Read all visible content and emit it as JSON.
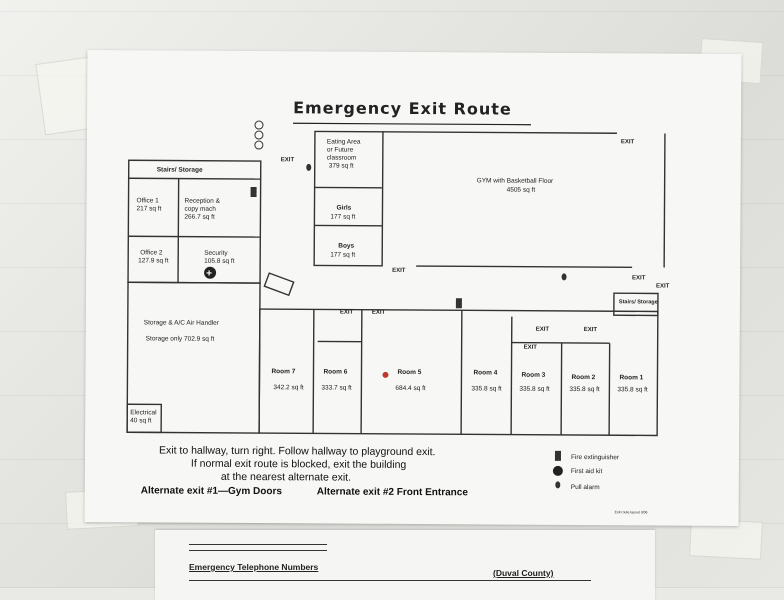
{
  "title": "Emergency Exit Route",
  "rooms": {
    "stairs_storage": "Stairs/ Storage",
    "office1": {
      "name": "Office 1",
      "area": "217 sq ft"
    },
    "reception": {
      "name": "Reception &",
      "name2": "copy mach",
      "area": "266.7 sq ft"
    },
    "office2": {
      "name": "Office 2",
      "area": "127.9 sq ft"
    },
    "security": {
      "name": "Security",
      "area": "105.8 sq ft"
    },
    "storage": {
      "name": "Storage & A/C Air Handler",
      "area": "Storage only 702.9 sq ft"
    },
    "electrical": {
      "name": "Electrical",
      "area": "40 sq ft"
    },
    "eating": {
      "name": "Eating Area",
      "name2": "or Future",
      "name3": "classroom",
      "area": "379 sq ft"
    },
    "girls": {
      "name": "Girls",
      "area": "177 sq ft"
    },
    "boys": {
      "name": "Boys",
      "area": "177 sq ft"
    },
    "gym": {
      "name": "GYM with Basketball Floor",
      "area": "4505 sq ft"
    },
    "room7": {
      "name": "Room 7",
      "area": "342.2 sq ft"
    },
    "room6": {
      "name": "Room 6",
      "area": "333.7 sq ft"
    },
    "room5": {
      "name": "Room 5",
      "area": "684.4 sq ft"
    },
    "room4": {
      "name": "Room 4",
      "area": "335.8 sq ft"
    },
    "room3": {
      "name": "Room 3",
      "area": "335.8 sq ft"
    },
    "room2": {
      "name": "Room 2",
      "area": "335.8 sq ft"
    },
    "room1": {
      "name": "Room 1",
      "area": "335.8 sq ft"
    },
    "stairs_storage_right": "Stairs/ Storage"
  },
  "exit_label": "EXIT",
  "instructions": {
    "line1": "Exit to hallway, turn right. Follow hallway to playground exit.",
    "line2": "If normal exit route is blocked, exit the building",
    "line3": "at the nearest alternate exit.",
    "alt1": "Alternate exit #1—Gym Doors",
    "alt2": "Alternate exit #2 Front Entrance"
  },
  "legend": {
    "extinguisher": "Fire extinguisher",
    "first_aid": "First aid kit",
    "pull_alarm": "Pull alarm"
  },
  "footnote": "Exit route layout 3/06",
  "phone_sheet": {
    "heading": "Emergency Telephone Numbers",
    "county": "(Duval County)"
  },
  "colors": {
    "ink": "#222222",
    "marker": "#c0392b",
    "paper": "#f7f7f6"
  }
}
